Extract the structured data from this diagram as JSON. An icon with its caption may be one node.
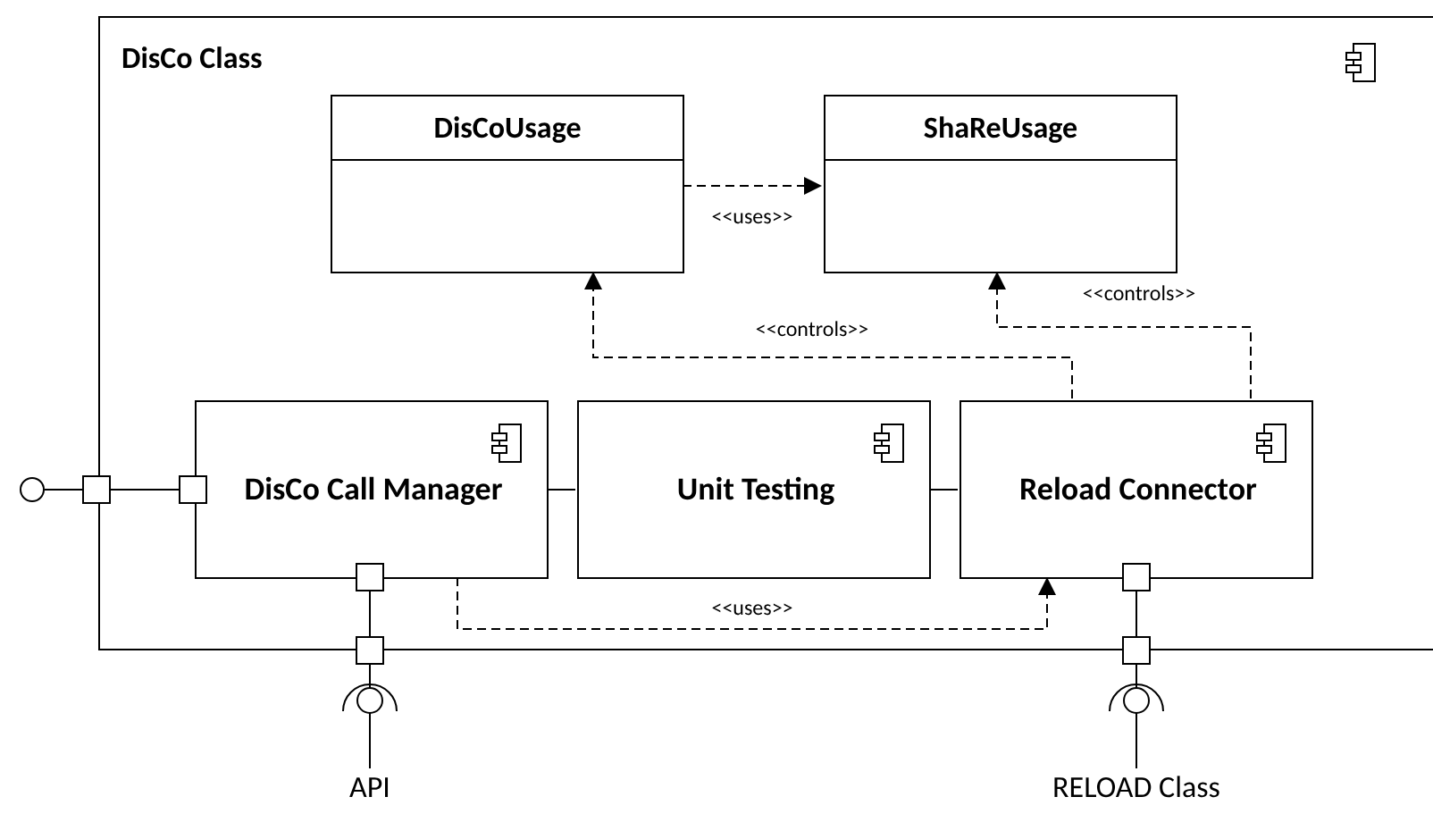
{
  "diagram": {
    "nodes": [
      {
        "text": [
          "DisCo Class"
        ]
      },
      {
        "text": [
          "DisCoUsage"
        ],
        "in": 0
      },
      {
        "text": [
          "ShaReUsage"
        ],
        "in": 0
      },
      {
        "text": [],
        "shape": "circle"
      },
      {
        "text": [
          "DisCo Call Manager"
        ],
        "in": 0
      },
      {
        "text": [
          "Unit Testing"
        ],
        "in": 0
      },
      {
        "text": [
          "Reload Connector"
        ],
        "in": 0
      },
      {
        "text": [
          "API"
        ]
      },
      {
        "text": [
          "RELOAD Class"
        ]
      }
    ],
    "edges": [
      {
        "from": 1,
        "to": 2,
        "arrow": "to",
        "style": "dashed",
        "label": "<<uses>>"
      },
      {
        "from": 6,
        "to": 1,
        "arrow": "to",
        "style": "dashed",
        "label": "<<controls>>"
      },
      {
        "from": 6,
        "to": 2,
        "arrow": "to",
        "style": "dashed",
        "label": "<<controls>>"
      },
      {
        "from": 4,
        "to": 6,
        "arrow": "to",
        "style": "dashed",
        "label": "<<uses>>"
      },
      {
        "from": 4,
        "to": 5,
        "arrow": "none"
      },
      {
        "from": 5,
        "to": 6,
        "arrow": "none"
      },
      {
        "from": 3,
        "to": 4,
        "arrow": "other"
      },
      {
        "from": 7,
        "to": 4,
        "arrow": "other"
      },
      {
        "from": 8,
        "to": 6,
        "arrow": "other"
      }
    ]
  }
}
